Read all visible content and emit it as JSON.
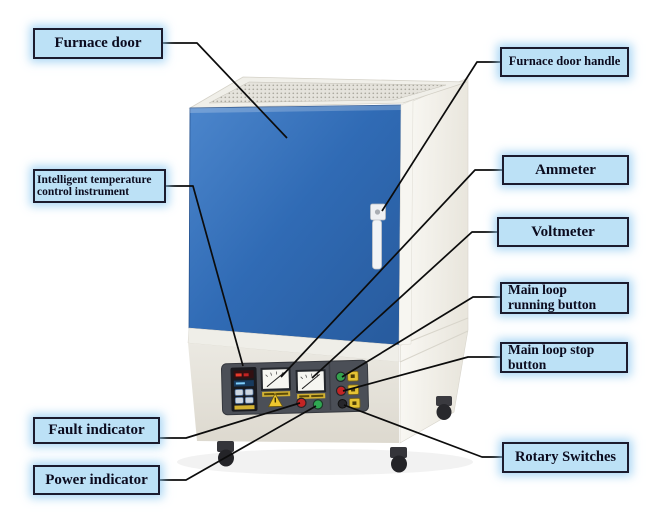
{
  "labels": {
    "furnace_door": "Furnace door",
    "furnace_door_handle": "Furnace door handle",
    "intelligent_temperature_control_instrument": "Intelligent temperature\ncontrol instrument",
    "ammeter": "Ammeter",
    "voltmeter": "Voltmeter",
    "main_loop_running_button": "Main loop\nrunning button",
    "main_loop_stop_button": "Main loop stop\nbutton",
    "fault_indicator": "Fault indicator",
    "power_indicator": "Power indicator",
    "rotary_switches": "Rotary Switches"
  },
  "colors": {
    "label_fill": "#bce1f6",
    "label_border": "#1b1b2e",
    "label_glow": "#8cc8f0",
    "leader_line": "#0c0c0c",
    "door_blue": "#306bb5",
    "body_white": "#f2f1ec",
    "base_gray": "#e4e2da",
    "panel_dark": "#4b4f57",
    "indicator_red": "#c42424",
    "indicator_green": "#2fa852",
    "button_yellow": "#e4c334",
    "meter_strip_yellow": "#d3b232",
    "display_red": "#e8392a",
    "display_blue": "#7fd0ff"
  }
}
